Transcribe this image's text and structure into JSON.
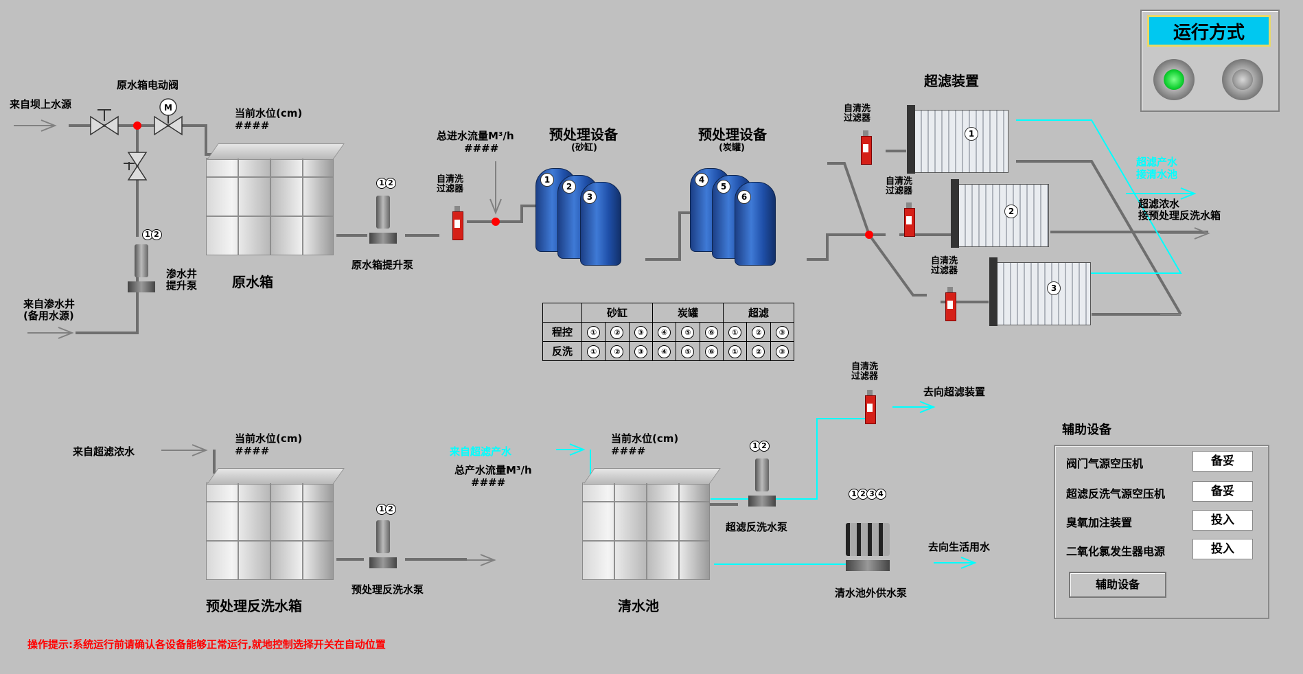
{
  "labels": {
    "from_dam": "来自坝上水源",
    "raw_valve": "原水箱电动阀",
    "raw_level": "当前水位(cm)",
    "raw_level_val": "####",
    "raw_tank": "原水箱",
    "seep_pump_l1": "渗水井",
    "seep_pump_l2": "提升泵",
    "from_seep_l1": "来自渗水井",
    "from_seep_l2": "(备用水源)",
    "raw_lift_pump": "原水箱提升泵",
    "strainer_l1": "自清洗",
    "strainer_l2": "过滤器",
    "inflow": "总进水流量M³/h",
    "inflow_val": "####",
    "pre1": "预处理设备",
    "pre1_sub": "(砂缸)",
    "pre2": "预处理设备",
    "pre2_sub": "(炭罐)",
    "uf": "超滤装置",
    "uf_prod_l1": "超滤产水",
    "uf_prod_l2": "接清水池",
    "uf_conc_l1": "超滤浓水",
    "uf_conc_l2": "接预处理反洗水箱",
    "from_uf_conc": "来自超滤浓水",
    "bw_level": "当前水位(cm)",
    "bw_level_val": "####",
    "bw_tank": "预处理反洗水箱",
    "bw_pump": "预处理反洗水泵",
    "from_uf_prod": "来自超滤产水",
    "prod_flow": "总产水流量M³/h",
    "prod_flow_val": "####",
    "clear_level": "当前水位(cm)",
    "clear_level_val": "####",
    "clear_tank": "清水池",
    "uf_bw_pump": "超滤反洗水泵",
    "to_uf": "去向超滤装置",
    "to_domestic": "去向生活用水",
    "supply_pump": "清水池外供水泵",
    "hint": "操作提示:系统运行前请确认各设备能够正常运行,就地控制选择开关在自动位置"
  },
  "table": {
    "headers": [
      "",
      "砂缸",
      "炭罐",
      "超滤"
    ],
    "rows": [
      {
        "label": "程控",
        "cells": [
          "①",
          "②",
          "③",
          "④",
          "⑤",
          "⑥",
          "①",
          "②",
          "③"
        ]
      },
      {
        "label": "反洗",
        "cells": [
          "①",
          "②",
          "③",
          "④",
          "⑤",
          "⑥",
          "①",
          "②",
          "③"
        ]
      }
    ]
  },
  "run_mode": {
    "title": "运行方式",
    "lamp_on_color": "#10d030",
    "lamp_off_color": "#9a9a9a"
  },
  "aux": {
    "title": "辅助设备",
    "items": [
      {
        "label": "阀门气源空压机",
        "value": "备妥"
      },
      {
        "label": "超滤反洗气源空压机",
        "value": "备妥"
      },
      {
        "label": "臭氧加注装置",
        "value": "投入"
      },
      {
        "label": "二氧化氯发生器电源",
        "value": "投入"
      }
    ],
    "button": "辅助设备"
  },
  "colors": {
    "pipe": "#6e6e6e",
    "cyan": "#00ffff",
    "node": "#ff0000",
    "hint": "#ff0000"
  }
}
